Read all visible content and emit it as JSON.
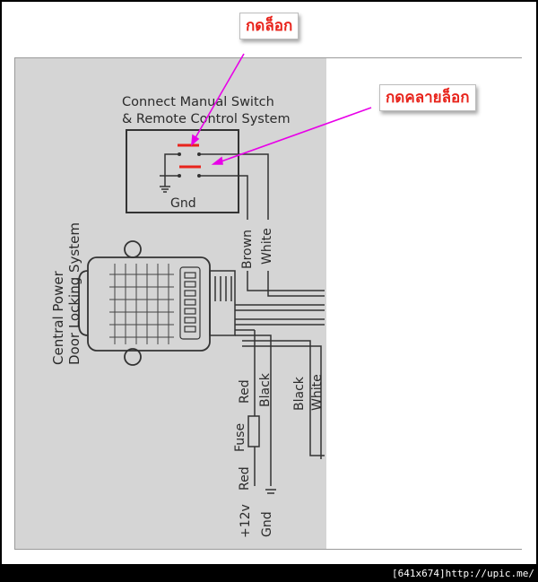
{
  "callouts": {
    "lock": "กดล็อก",
    "unlock": "กดคลายล็อก"
  },
  "diagram": {
    "header_line1": "Connect Manual Switch",
    "header_line2": "& Remote Control System",
    "gnd_box": "Gnd",
    "wire_brown": "Brown",
    "wire_white_top": "White",
    "system_line1": "Central Power",
    "system_line2": "Door Locking System",
    "wire_red": "Red",
    "wire_black": "Black",
    "wire_black_right": "Black",
    "wire_white_right": "White",
    "fuse": "Fuse",
    "wire_red_bottom": "Red",
    "plus12v": "+12v",
    "gnd_bottom": "Gnd"
  },
  "footer": {
    "text": "[641x674]http://upic.me/"
  },
  "colors": {
    "callout_text": "#e8241c",
    "arrow": "#e800e8",
    "switch_bar": "#e8241c",
    "scan_bg": "#d5d5d5"
  }
}
